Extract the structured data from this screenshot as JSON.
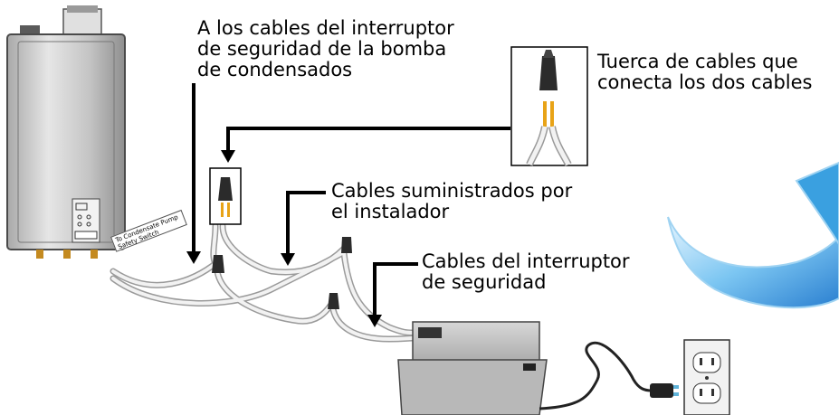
{
  "labels": {
    "safety_switch_wires_line1": "A los cables  del interruptor",
    "safety_switch_wires_line2": "de seguridad de la bomba",
    "safety_switch_wires_line3": "de condensados",
    "wire_nut_line1": "Tuerca de cables que",
    "wire_nut_line2": "conecta los dos cables",
    "installer_wires_line1": "Cables suministrados por",
    "installer_wires_line2": "el instalador",
    "pump_switch_wires_line1": "Cables del interruptor",
    "pump_switch_wires_line2": "de seguridad"
  },
  "heater_tag": {
    "line1": "To Condensate Pump",
    "line2": "Safety Switch"
  },
  "colors": {
    "arrow": "#000000",
    "wire": "#d9d9d9",
    "wire_nut": "#2b2b2b",
    "copper": "#e8a317",
    "pump": "#c8c8c8",
    "swoosh": "#3aa0e0"
  },
  "icons": [
    "water-heater-icon",
    "wire-nut-icon",
    "condensate-pump-icon",
    "power-plug-icon",
    "wall-outlet-icon",
    "swoosh-arrow-icon"
  ]
}
